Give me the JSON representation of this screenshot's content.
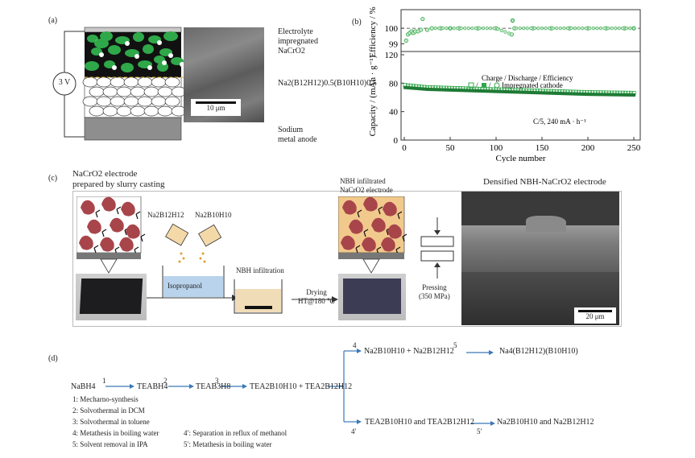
{
  "panel_a": {
    "label": "(a)",
    "voltage": "3 V",
    "layer_top": "Electrolyte\nimpregnated\nNaCrO2",
    "layer_mid": "Na2(B12H12)0.5(B10H10)0.5",
    "layer_bottom": "Sodium\nmetal anode",
    "scalebar": "10 μm"
  },
  "panel_b": {
    "label": "(b)",
    "legend_title": "Charge / Discharge / Efficiency",
    "legend_entry": "Impregnated cathode",
    "rate_note": "C/5, 240 mA · h⁻¹",
    "xlabel": "Cycle number",
    "ylabel_top": "Efficiency / %",
    "ylabel_bottom": "Capacity / (mAh · g⁻¹)",
    "top_ticks": [
      "100",
      "99"
    ],
    "bottom_ticks": [
      "120",
      "80",
      "40",
      "0"
    ],
    "x_ticks": [
      "0",
      "50",
      "100",
      "150",
      "200",
      "250"
    ]
  },
  "chart_data": {
    "type": "scatter",
    "x_range": [
      0,
      250
    ],
    "efficiency_ylim": [
      98.5,
      101.2
    ],
    "capacity_ylim": [
      0,
      120
    ],
    "series": [
      {
        "name": "Charge",
        "x": [
          1,
          25,
          50,
          75,
          100,
          125,
          150,
          175,
          200,
          225,
          250
        ],
        "y": [
          76,
          73,
          72,
          71,
          70,
          69,
          68,
          67,
          66,
          65.5,
          65
        ]
      },
      {
        "name": "Discharge",
        "x": [
          1,
          25,
          50,
          75,
          100,
          125,
          150,
          175,
          200,
          225,
          250
        ],
        "y": [
          75,
          72.5,
          71.5,
          70.5,
          69.5,
          68.5,
          67.5,
          66.5,
          65.5,
          65,
          64.5
        ]
      },
      {
        "name": "Efficiency",
        "x": [
          2,
          4,
          6,
          8,
          10,
          12,
          15,
          18,
          20,
          25,
          30,
          40,
          50,
          60,
          80,
          100,
          117,
          118,
          120,
          140,
          160,
          180,
          200,
          220,
          240,
          250
        ],
        "y": [
          99.2,
          99.6,
          99.7,
          99.8,
          99.7,
          99.8,
          99.8,
          99.9,
          100.6,
          99.9,
          100.0,
          100.0,
          100.0,
          100.0,
          100.0,
          100.0,
          99.6,
          100.5,
          100.0,
          100.0,
          100.0,
          100.0,
          100.0,
          100.0,
          100.0,
          100.0
        ]
      }
    ]
  },
  "panel_c": {
    "label": "(c)",
    "title_left": "NaCrO2 electrode\nprepared by slurry casting",
    "reagent1": "Na2B12H12",
    "reagent2": "Na2B10H10",
    "solvent": "Isopropanol",
    "infiltration": "NBH infiltration",
    "drying": "Drying\nHT@180 ℃",
    "title_mid": "NBH infiltrated\nNaCrO2 electrode",
    "pressing": "Pressing\n(350 MPa)",
    "title_right": "Densified NBH-NaCrO2 electrode",
    "scalebar": "20 μm"
  },
  "panel_d": {
    "label": "(d)",
    "s0": "NaBH4",
    "s1": "TEABH4",
    "s2": "TEAB3H8",
    "s3": "TEA2B10H10 + TEA2B12H12",
    "upper_a": "Na2B10H10 + Na2B12H12",
    "upper_b": "Na4(B12H12)(B10H10)",
    "lower_a": "TEA2B10H10 and TEA2B12H12",
    "lower_b": "Na2B10H10 and Na2B12H12",
    "steps": [
      "1",
      "2",
      "3",
      "4",
      "5",
      "4′",
      "5′"
    ],
    "legend": [
      "1: Mecharno-synthesis",
      "2: Solvothermal in DCM",
      "3: Solvothermal in toluene",
      "4: Metathesis in boiling water",
      "5: Solvent removal in IPA",
      "4′: Separation in reflux of methanol",
      "5′: Metathesis in boiling water"
    ]
  },
  "colors": {
    "green": "#2fa84a",
    "red": "#a8454a",
    "blue": "#3a78b8",
    "orange": "#e0a030"
  }
}
